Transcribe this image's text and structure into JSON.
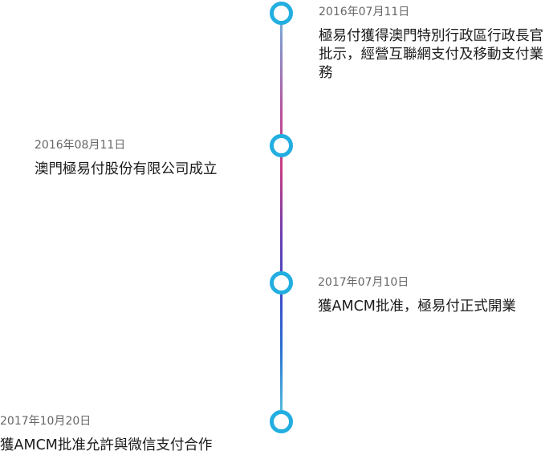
{
  "timeline": {
    "events": [
      {
        "date": "2016年07月11日",
        "text": "極易付獲得澳門特別行政區行政長官批示，經營互聯網支付及移動支付業務"
      },
      {
        "date": "2016年08月11日",
        "text": "澳門極易付股份有限公司成立"
      },
      {
        "date": "2017年07月10日",
        "text": "獲AMCM批准，極易付正式開業"
      },
      {
        "date": "2017年10月20日",
        "text": "獲AMCM批准允許與微信支付合作"
      }
    ]
  },
  "colors": {
    "node": "#22aee0",
    "line_top": "#6fb3dd",
    "line_mid": "#c73d82",
    "line_bottom": "#59c7dc"
  }
}
